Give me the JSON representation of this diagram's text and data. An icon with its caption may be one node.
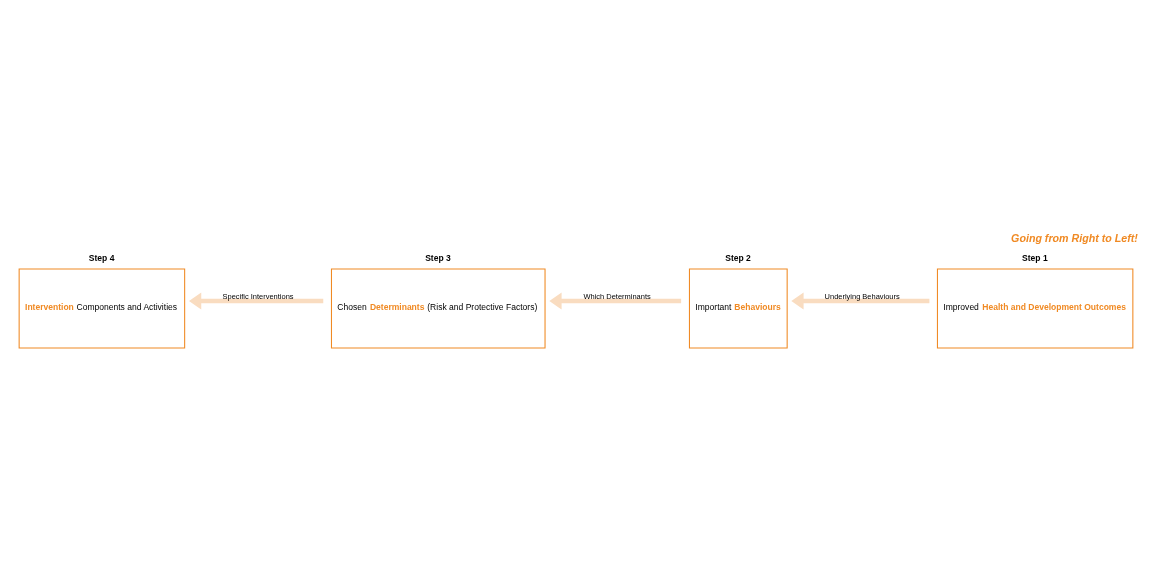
{
  "diagram": {
    "title": "Going from Right to Left!",
    "nodes": [
      {
        "text": [
          "**Intervention** Components and Activities"
        ],
        "beside": [
          "Step 4"
        ]
      },
      {
        "text": [
          "Chosen **Determinants** (Risk and Protective Factors)"
        ],
        "beside": [
          "Step 3"
        ]
      },
      {
        "text": [
          "Important **Behaviours**"
        ],
        "beside": [
          "Step 2"
        ]
      },
      {
        "text": [
          "Improved **Health and Development Outcomes**"
        ],
        "beside": [
          "Step 1"
        ]
      }
    ],
    "edges": [
      {
        "from": 3,
        "to": 2,
        "arrow": "to",
        "label": "Underlying Behaviours"
      },
      {
        "from": 2,
        "to": 1,
        "arrow": "to",
        "label": "Which Determinants"
      },
      {
        "from": 1,
        "to": 0,
        "arrow": "to",
        "label": "Specific Interventions"
      }
    ]
  }
}
